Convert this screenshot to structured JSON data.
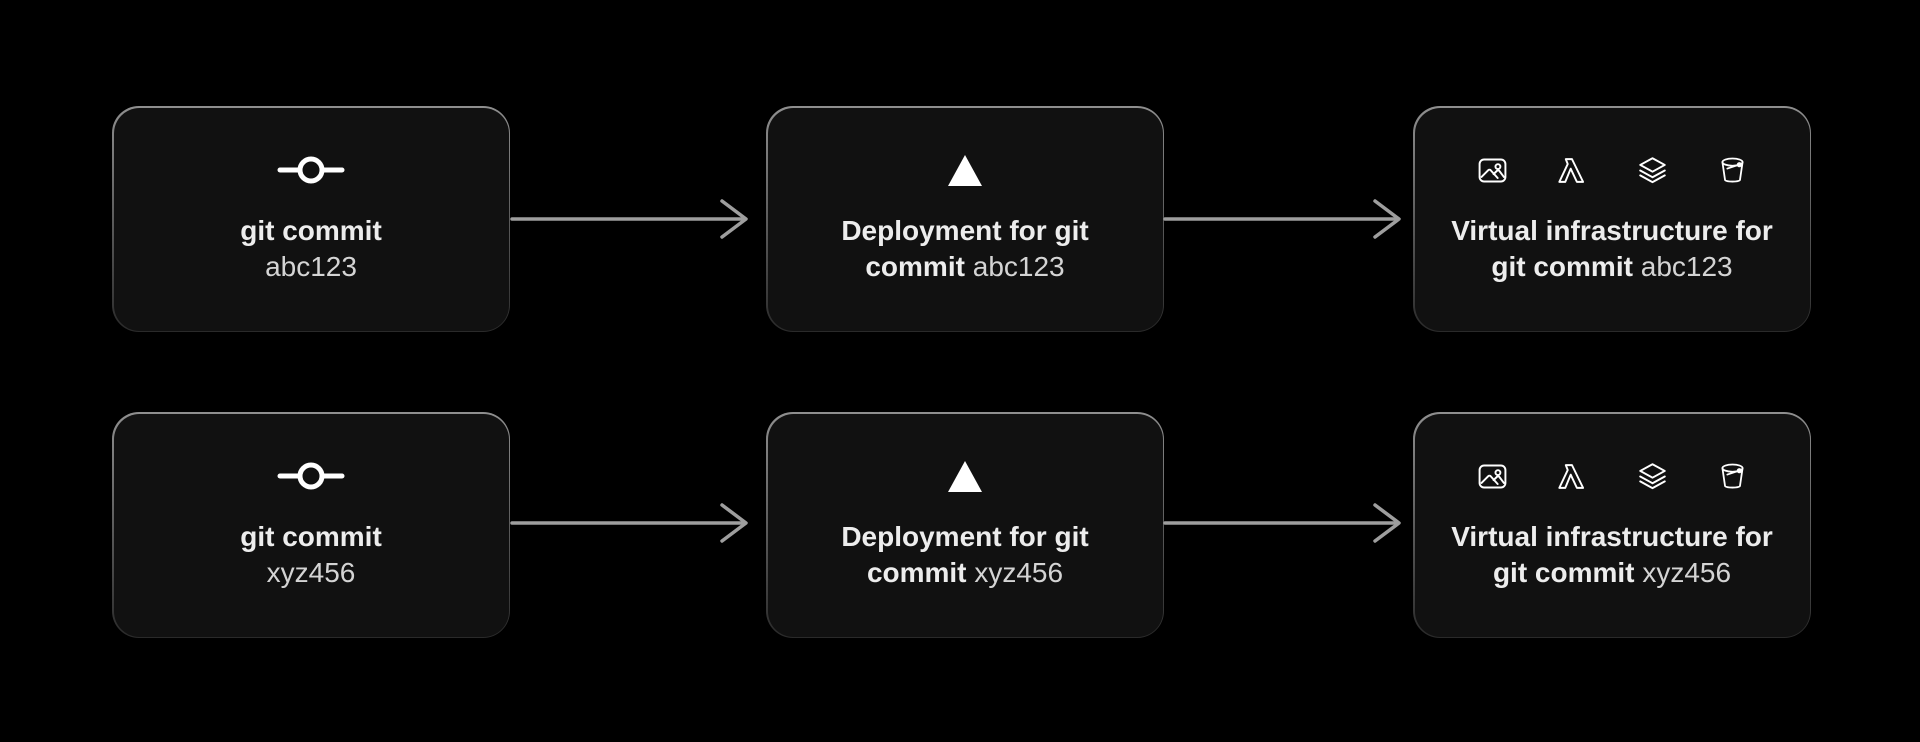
{
  "colors": {
    "background": "#000000",
    "node_fill": "#111111",
    "node_border_top": "#8f8f8f",
    "node_border_bottom": "#2a2a2a",
    "arrow": "#9e9e9e",
    "text_bold": "#ededed",
    "text_regular": "#d4d4d4",
    "icon": "#ffffff"
  },
  "icons": {
    "commit_node": "git-commit-icon",
    "deployment_node": "vercel-triangle-icon",
    "infrastructure_node": [
      "image-icon",
      "lambda-icon",
      "layers-icon",
      "bucket-icon"
    ]
  },
  "rows": [
    {
      "commit": {
        "label": "git commit",
        "id": "abc123"
      },
      "deployment": {
        "label": "Deployment for git commit",
        "id": "abc123"
      },
      "infrastructure": {
        "label": "Virtual infrastructure for git commit",
        "id": "abc123"
      }
    },
    {
      "commit": {
        "label": "git commit",
        "id": "xyz456"
      },
      "deployment": {
        "label": "Deployment for git commit",
        "id": "xyz456"
      },
      "infrastructure": {
        "label": "Virtual infrastructure for git commit",
        "id": "xyz456"
      }
    }
  ]
}
